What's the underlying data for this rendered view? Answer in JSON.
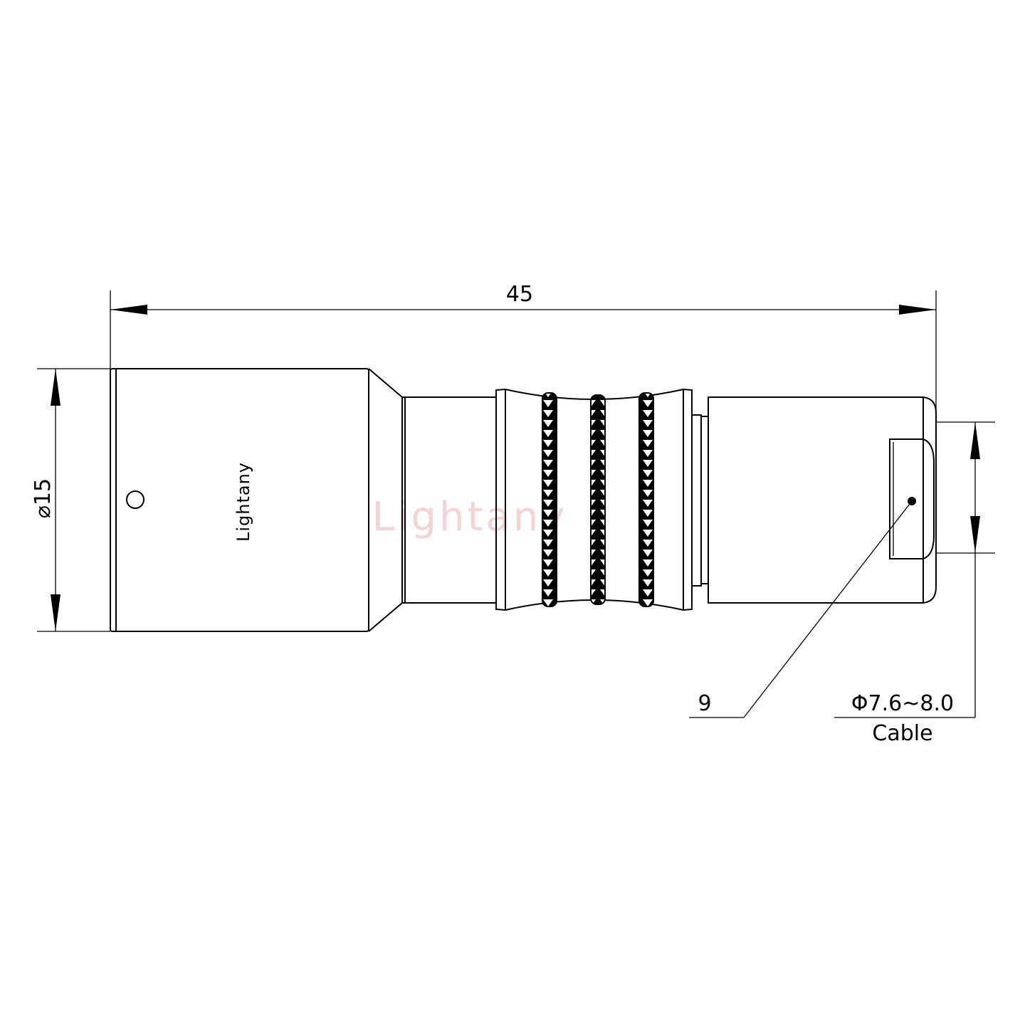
{
  "drawing": {
    "overall_length": "45",
    "body_diameter": "⌀15",
    "logo_text": "Lightany",
    "watermark": "Lightany",
    "part_callout": "9",
    "cable_diameter": "Φ7.6~8.0",
    "cable_label": "Cable"
  },
  "colors": {
    "line": "#000000",
    "watermark": "#f4c9c9"
  }
}
